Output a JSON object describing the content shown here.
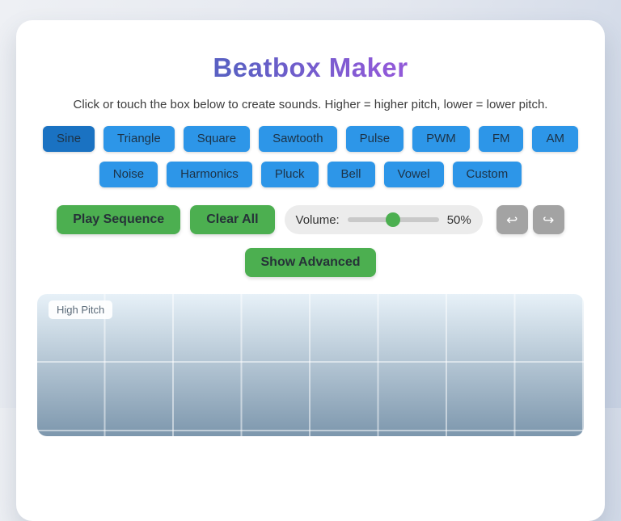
{
  "app": {
    "title": "Beatbox Maker",
    "subtitle": "Click or touch the box below to create sounds. Higher = higher pitch, lower = lower pitch."
  },
  "waveforms": {
    "selected": "Sine",
    "row1": [
      "Sine",
      "Triangle",
      "Square",
      "Sawtooth",
      "Pulse",
      "PWM",
      "FM",
      "AM"
    ],
    "row2": [
      "Noise",
      "Harmonics",
      "Pluck",
      "Bell",
      "Vowel",
      "Custom"
    ]
  },
  "controls": {
    "play_label": "Play Sequence",
    "clear_label": "Clear All",
    "volume_label": "Volume:",
    "volume_percent": 50,
    "volume_value": "50%",
    "undo_icon": "↩",
    "redo_icon": "↪",
    "advanced_label": "Show Advanced"
  },
  "grid": {
    "high_pitch_label": "High Pitch",
    "columns": 8
  },
  "colors": {
    "button_blue": "#2d96e8",
    "button_blue_active": "#1a72c2",
    "green": "#4caf50",
    "title_gradient_start": "#5a60c3",
    "title_gradient_end": "#9059d8",
    "grid_top": "#e7f1f8",
    "grid_bottom": "#7d97ad"
  }
}
